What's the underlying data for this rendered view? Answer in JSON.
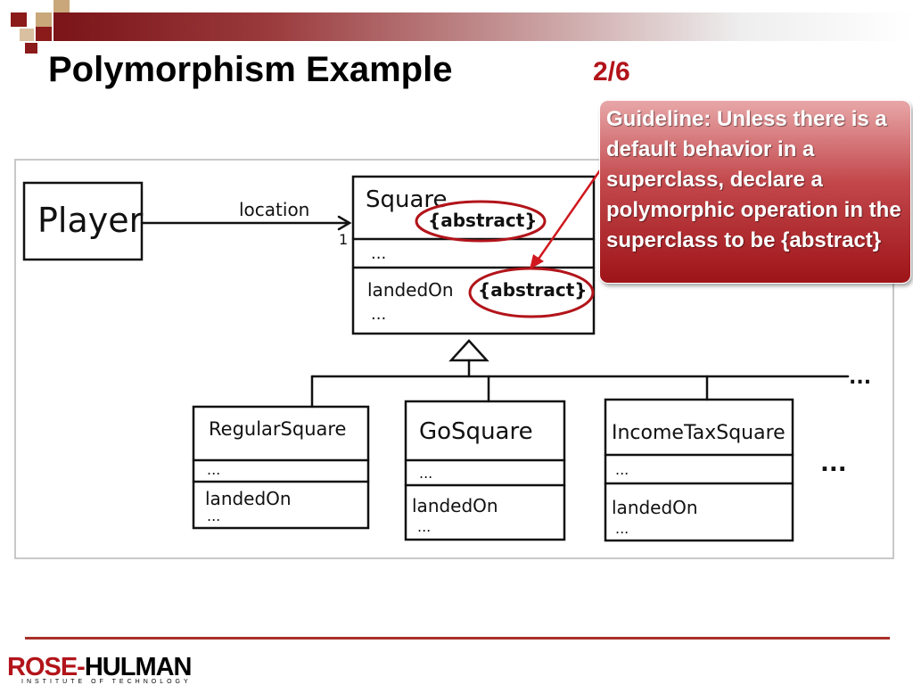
{
  "slide": {
    "title": "Polymorphism Example",
    "page_number": "2/6"
  },
  "callout": {
    "text": "Guideline: Unless there is a default behavior in a superclass, declare a polymorphic operation in the superclass to be {abstract}"
  },
  "diagram": {
    "player": "Player",
    "association_label": "location",
    "association_multiplicity": "1",
    "superclass": {
      "name": "Square",
      "name_annotation": "{abstract}",
      "attributes": "...",
      "operation": "landedOn",
      "operation_annotation": "{abstract}",
      "more_operations": "..."
    },
    "subclasses": [
      {
        "name": "RegularSquare",
        "attributes": "...",
        "operation": "landedOn",
        "more": "..."
      },
      {
        "name": "GoSquare",
        "attributes": "...",
        "operation": "landedOn",
        "more": "..."
      },
      {
        "name": "IncomeTaxSquare",
        "attributes": "...",
        "operation": "landedOn",
        "more": "..."
      }
    ],
    "hierarchy_continuation": "...",
    "more_subclasses": "..."
  },
  "footer": {
    "logo_rose": "ROSE-",
    "logo_hulman": "HULMAN",
    "logo_subtitle": "INSTITUTE OF TECHNOLOGY"
  },
  "colors": {
    "accent_red": "#b2141a",
    "callout_top": "#e8a7a8",
    "callout_bottom": "#9e1418",
    "highlight_ellipse": "#b2141a"
  }
}
